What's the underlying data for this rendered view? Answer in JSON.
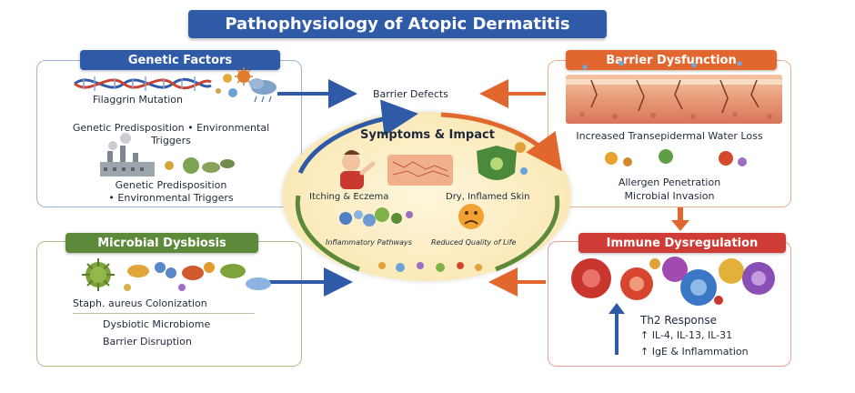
{
  "title": "Pathophysiology of Atopic Dermatitis",
  "genetic": {
    "header": "Genetic Factors",
    "filaggrin": "Filaggrin Mutation",
    "line1": "Genetic Predisposition • Environmental",
    "line2": "Triggers",
    "line3": "Genetic Predisposition",
    "line4": "• Environmental Triggers"
  },
  "barrier": {
    "header": "Barrier Dysfunction",
    "tewl": "Increased Transepidermal Water Loss",
    "allergen": "Allergen Penetration",
    "microbial": "Microbial Invasion"
  },
  "barrier_defects": "Barrier Defects",
  "center": {
    "title": "Symptoms & Impact",
    "itching": "Itching & Eczema",
    "dry": "Dry, Inflamed Skin",
    "pathways": "Inflammatory Pathways",
    "quality": "Reduced Quality of Life"
  },
  "microbial": {
    "header": "Microbial Dysbiosis",
    "staph": "Staph. aureus Colonization",
    "dysbiotic": "Dysbiotic Microbiome",
    "disruption": "Barrier Disruption"
  },
  "immune": {
    "header": "Immune Dysregulation",
    "th2": "Th2 Response",
    "il": "↑ IL-4, IL-13, IL-31",
    "ige": "↑ IgE & Inflammation"
  },
  "colors": {
    "blue": "#2f5aa8",
    "orange": "#e2672e",
    "green": "#5d8a3a",
    "red": "#cf3b35"
  },
  "icons": [
    "dna-icon",
    "virus-icon",
    "factory-icon",
    "skin-layer-icon",
    "bacteria-icon",
    "immune-cell-icon",
    "shield-icon",
    "sad-face-icon",
    "scratching-person-icon"
  ]
}
